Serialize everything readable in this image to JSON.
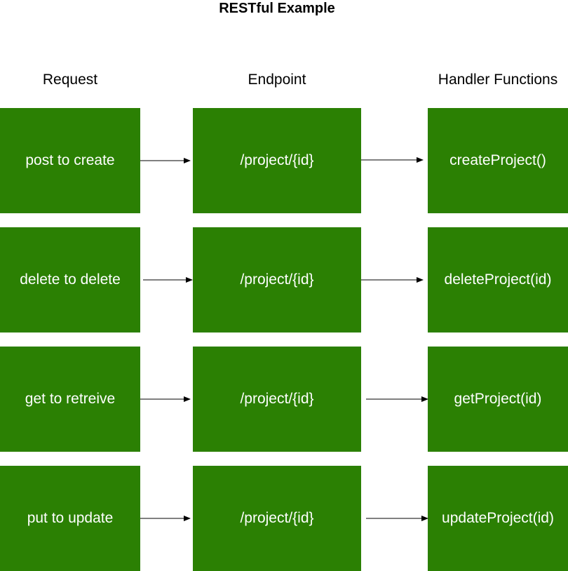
{
  "title": "RESTful Example",
  "columns": {
    "request": "Request",
    "endpoint": "Endpoint",
    "handler": "Handler Functions"
  },
  "rows": [
    {
      "request": "post to create",
      "endpoint": "/project/{id}",
      "handler": "createProject()"
    },
    {
      "request": "delete to delete",
      "endpoint": "/project/{id}",
      "handler": "deleteProject(id)"
    },
    {
      "request": "get to retreive",
      "endpoint": "/project/{id}",
      "handler": "getProject(id)"
    },
    {
      "request": "put to update",
      "endpoint": "/project/{id}",
      "handler": "updateProject(id)"
    }
  ],
  "colors": {
    "box_fill": "#2b8003",
    "box_text": "#ffffff",
    "arrow": "#000000"
  }
}
